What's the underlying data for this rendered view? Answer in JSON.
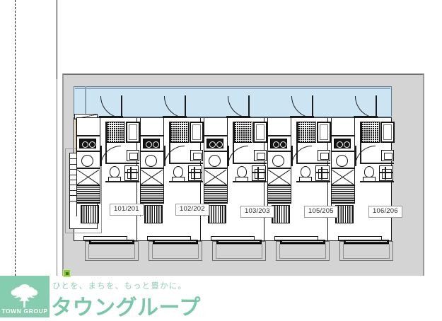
{
  "document": {
    "type": "floor-plan",
    "title": "Apartment building floor plan",
    "unit_count": 5
  },
  "plan": {
    "units": [
      {
        "id": "u0",
        "label": "101/201"
      },
      {
        "id": "u1",
        "label": "102/202"
      },
      {
        "id": "u2",
        "label": "103/203"
      },
      {
        "id": "u3",
        "label": "105/205"
      },
      {
        "id": "u4",
        "label": "106/206"
      }
    ],
    "features": {
      "corridor": "common-corridor",
      "stairs": "exterior-staircase",
      "shaft": "service-shaft",
      "balcony": "balcony"
    }
  },
  "colors": {
    "corridor_blue": "#cde4f2",
    "site_grey": "#d4d4d4",
    "shaft_orange": "#f39912",
    "brand_green": "#86ccae",
    "brand_text_green": "#76c8a6",
    "pin_green": "#8ec640",
    "line_black": "#1b1b1b"
  },
  "brand": {
    "tagline": "ひとを、まちを、もっと豊かに。",
    "name": "タウングループ",
    "sub": "TOWN GROUP"
  }
}
